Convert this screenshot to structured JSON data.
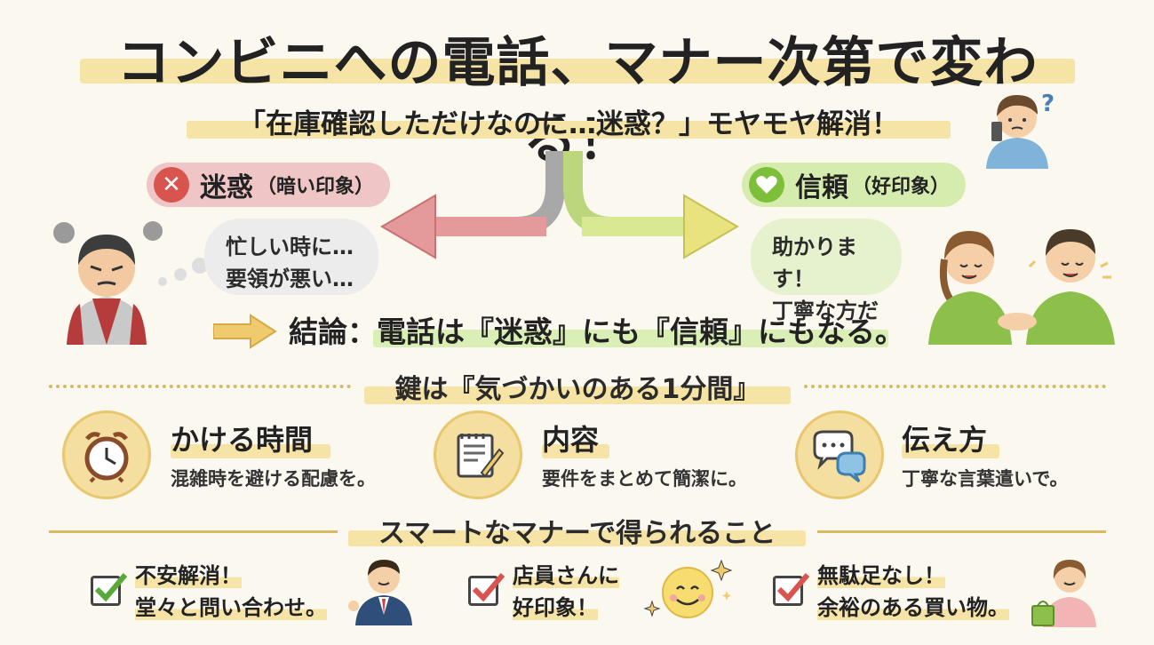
{
  "title": "コンビニへの電話、マナー次第で変わる！",
  "subtitle": "「在庫確認しただけなのに…迷惑？」モヤモヤ解消！",
  "bad": {
    "main": "迷惑",
    "sub": "（暗い印象）",
    "icon": "x-icon",
    "bubble_line1": "忙しい時に…",
    "bubble_line2": "要領が悪い…"
  },
  "good": {
    "main": "信頼",
    "sub": "（好印象）",
    "icon": "heart-icon",
    "bubble_line1": "助かります！",
    "bubble_line2": "丁寧な方だ"
  },
  "conclusion": "結論：電話は『迷惑』にも『信頼』にもなる。",
  "key": "鍵は『気づかいのある1分間』",
  "points": [
    {
      "title": "かける時間",
      "desc": "混雑時を避ける配慮を。",
      "icon": "alarm-clock-icon"
    },
    {
      "title": "内容",
      "desc": "要件をまとめて簡潔に。",
      "icon": "notepad-pencil-icon"
    },
    {
      "title": "伝え方",
      "desc": "丁寧な言葉遣いで。",
      "icon": "speech-bubbles-icon"
    }
  ],
  "benefits_title": "スマートなマナーで得られること",
  "benefits": [
    {
      "line1": "不安解消！",
      "line2": "堂々と問い合わせ。"
    },
    {
      "line1": "店員さんに",
      "line2": "好印象！"
    },
    {
      "line1": "無駄足なし！",
      "line2": "余裕のある買い物。"
    }
  ],
  "colors": {
    "background": "#fbf8ef",
    "highlight": "#f6e3a6",
    "bad": "#d9534f",
    "good": "#7cbf3a"
  }
}
